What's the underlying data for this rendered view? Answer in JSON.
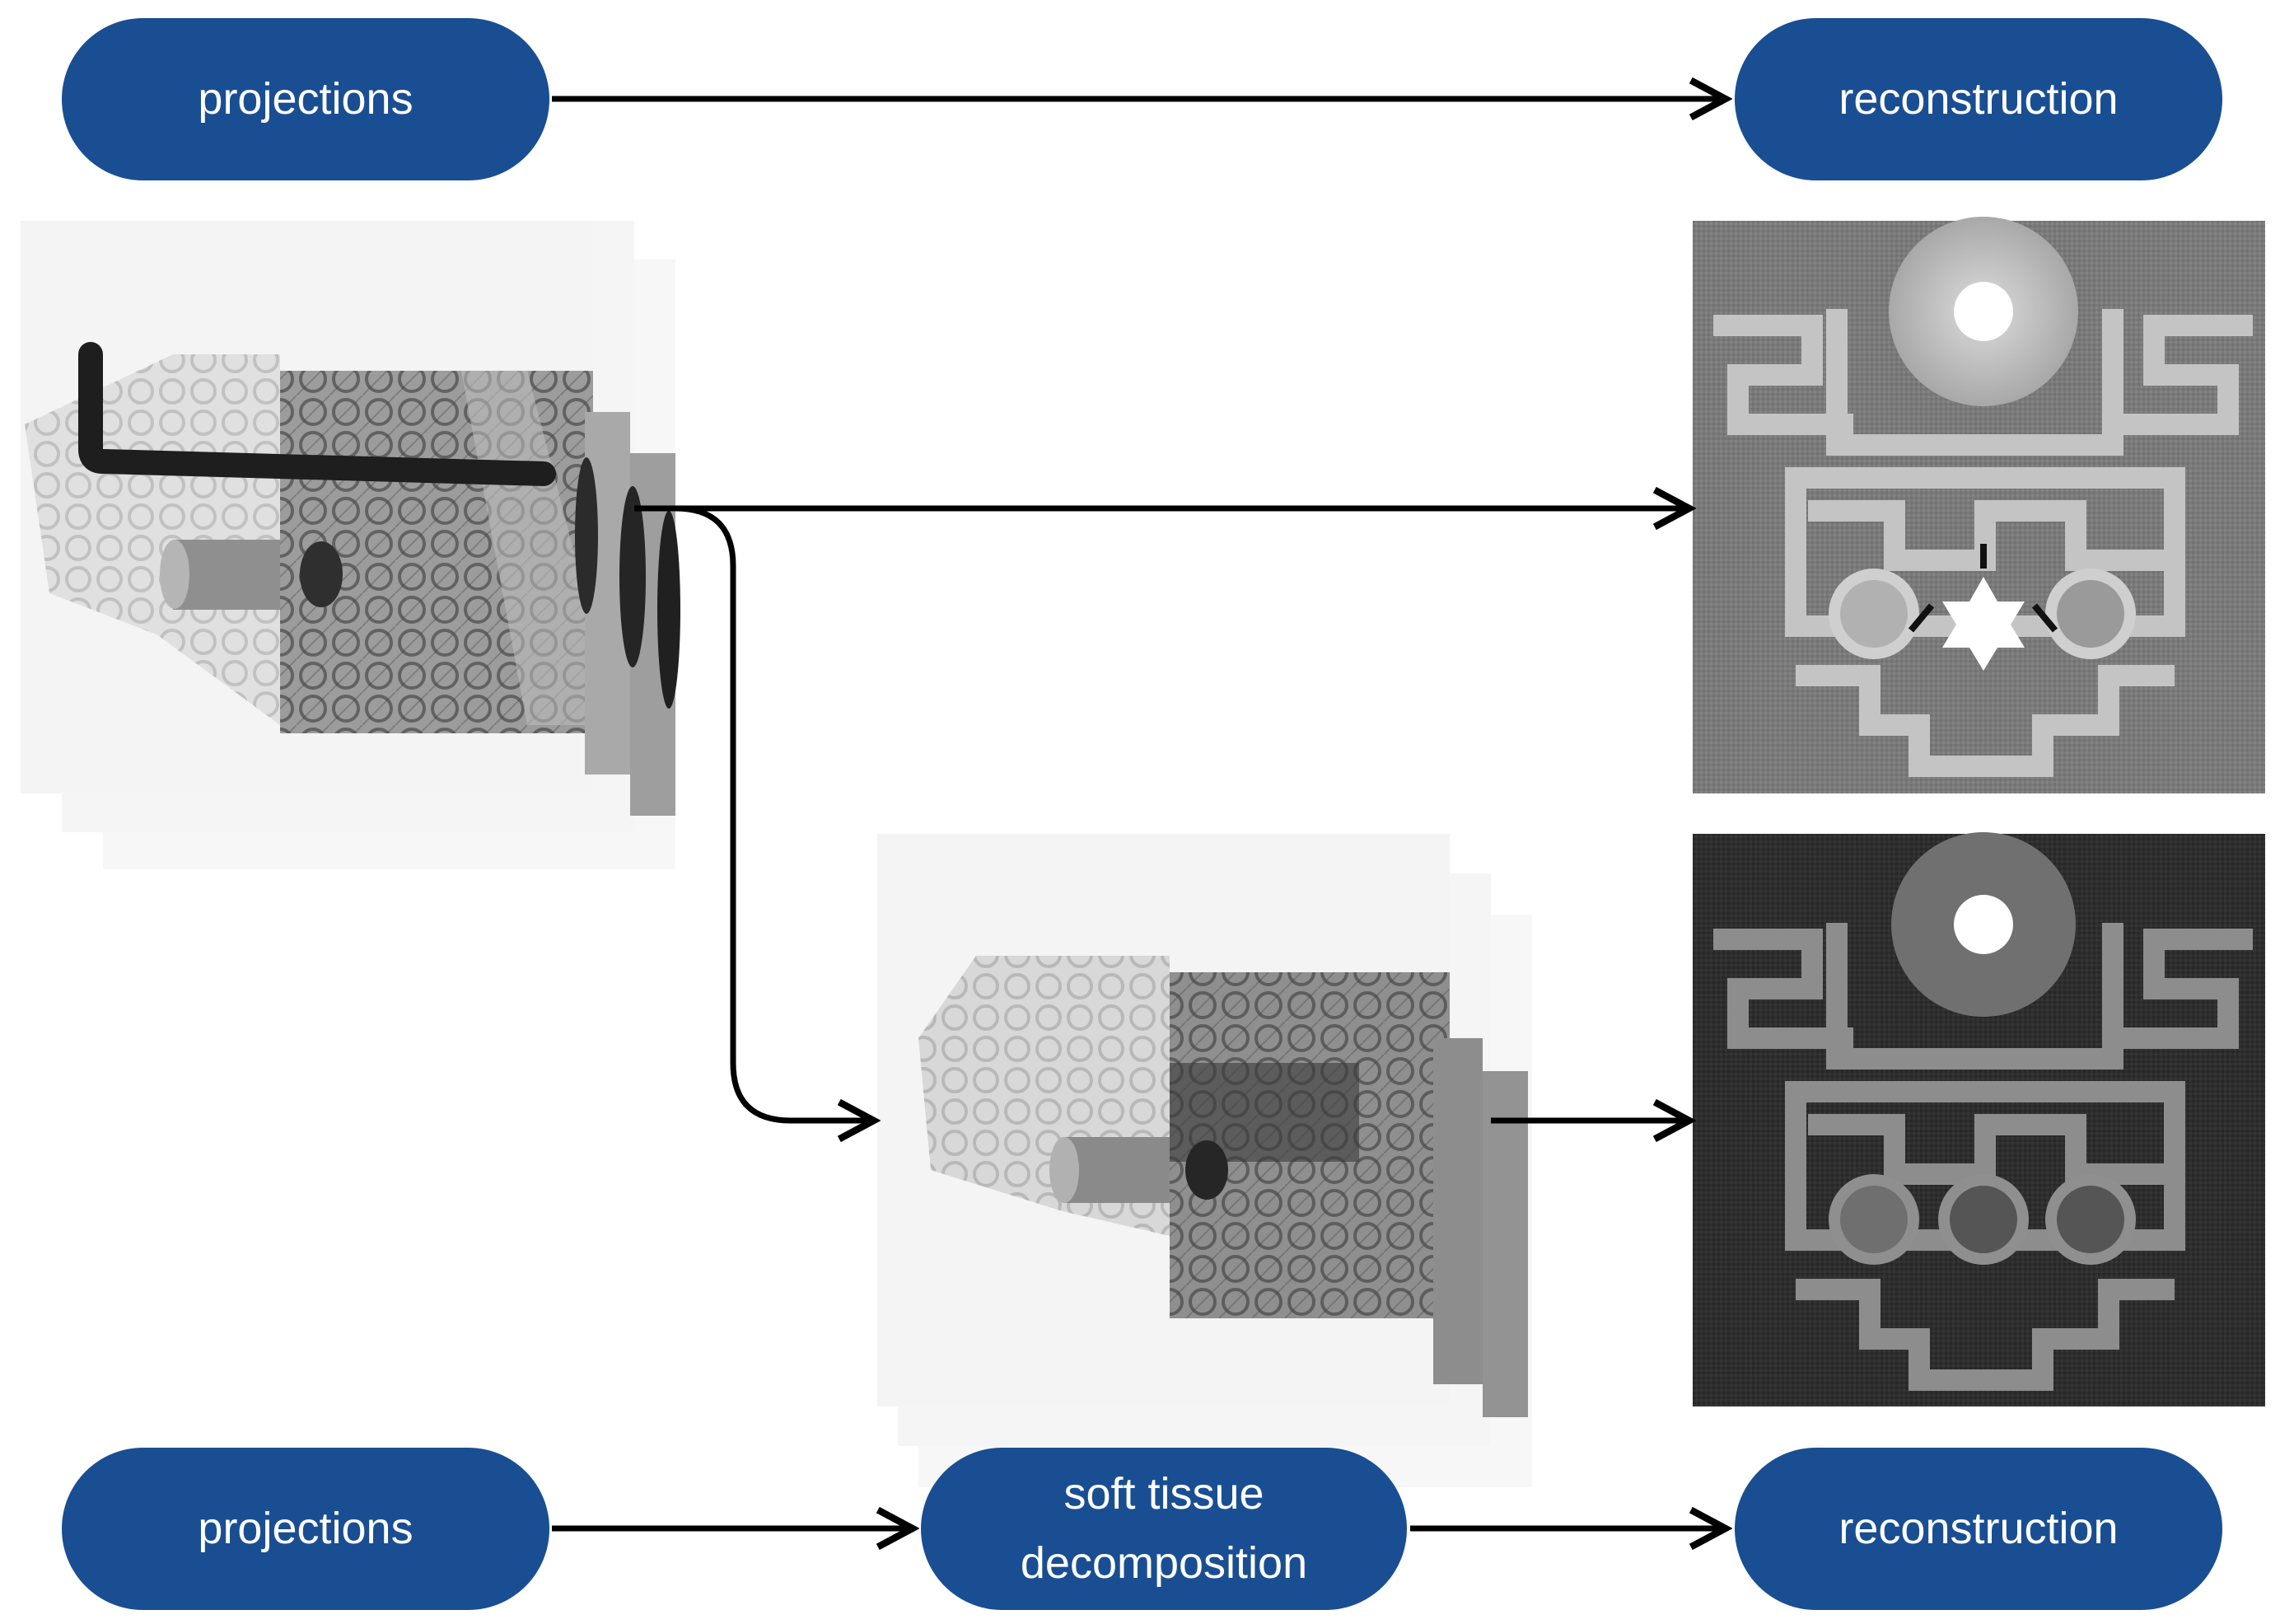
{
  "top_row": {
    "projections_label": "projections",
    "reconstruction_label": "reconstruction"
  },
  "bottom_row": {
    "projections_label": "projections",
    "decomposition_label_line1": "soft tissue",
    "decomposition_label_line2": "decomposition",
    "reconstruction_label": "reconstruction"
  },
  "colors": {
    "pill_fill": "#1a4e93",
    "pill_text": "#ffffff",
    "arrow": "#000000"
  }
}
